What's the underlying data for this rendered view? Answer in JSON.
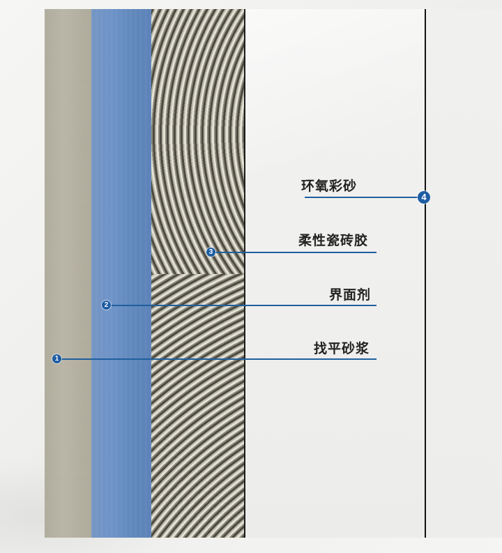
{
  "diagram": {
    "type": "tile-installation-layer-cross-section",
    "layers": [
      {
        "number": "1",
        "label": "找平砂浆",
        "color": "#b0ac9c"
      },
      {
        "number": "2",
        "label": "界面剂",
        "color": "#6e93c8"
      },
      {
        "number": "3",
        "label": "柔性瓷砖胶",
        "color": "#8c8a7c"
      },
      {
        "number": "4",
        "label": "环氧彩砂",
        "color": "#111111"
      }
    ],
    "accent_color": "#1d5ca3",
    "line_color": "#1f5f9e"
  },
  "callouts": {
    "c1": {
      "number": "1",
      "label": "找平砂浆"
    },
    "c2": {
      "number": "2",
      "label": "界面剂"
    },
    "c3": {
      "number": "3",
      "label": "柔性瓷砖胶"
    },
    "c4": {
      "number": "4",
      "label": "环氧彩砂"
    }
  }
}
